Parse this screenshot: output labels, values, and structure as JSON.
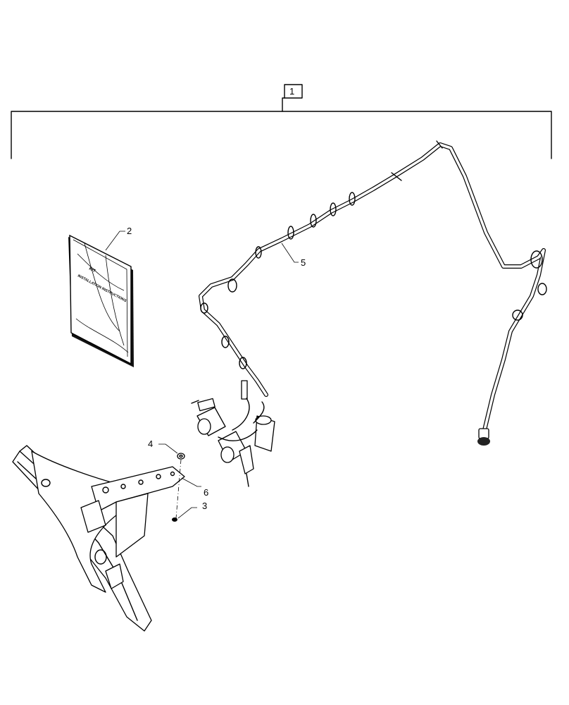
{
  "callouts": {
    "item_1": "1",
    "item_2": "2",
    "item_3": "3",
    "item_4": "4",
    "item_5": "5",
    "item_6": "6"
  },
  "manual": {
    "cover_title_1": "KIT",
    "cover_title_2": "INSTALLATION INSTRUCTIONS"
  }
}
